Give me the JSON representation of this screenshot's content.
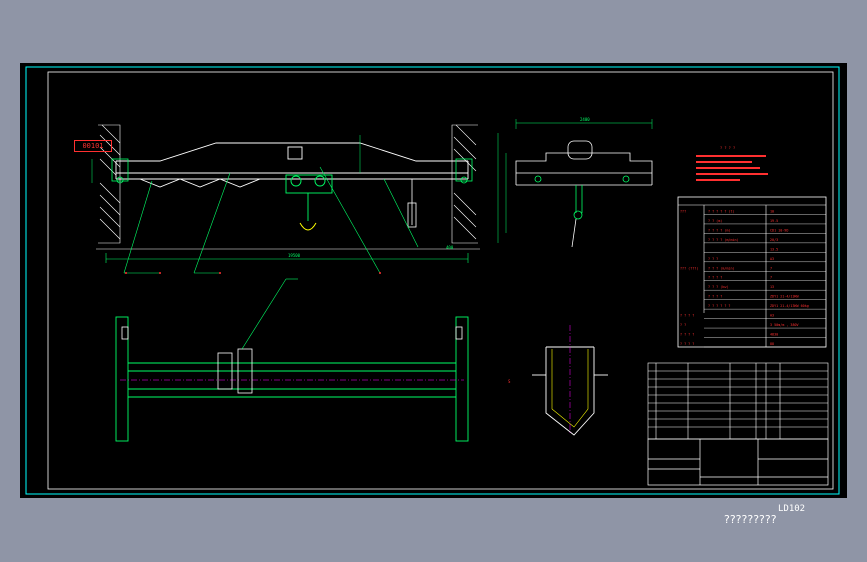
{
  "drawing": {
    "tag_label": "00101",
    "title_block": {
      "drawing_no": "LD102",
      "title_text": "?????????"
    },
    "notes_header": "? ? ? ?",
    "colors": {
      "background": "#000000",
      "frame": "#00ffff",
      "geometry": "#ffffff",
      "dimension": "#00ff66",
      "annotation": "#ff3030",
      "hatch": "#ffff00",
      "centerline": "#ff00ff"
    },
    "spec_table": {
      "rows": [
        {
          "group": "???",
          "item": "? ? ? ? ? (t)",
          "value": "10"
        },
        {
          "group": "",
          "item": "? ? (m)",
          "value": "19.5"
        },
        {
          "group": "",
          "item": "? ? ? ? (m)",
          "value": "CD1 10-9D"
        },
        {
          "group": "",
          "item": "? ? ? ? (m/min)",
          "value": "20/3"
        },
        {
          "group": "",
          "item": "",
          "value": "13.5"
        },
        {
          "group": "",
          "item": "? ? ?",
          "value": "A3"
        },
        {
          "group": "??? (???)",
          "item": "? ? ? (m/min)",
          "value": "7"
        },
        {
          "group": "",
          "item": "? ? ? ?",
          "value": "7"
        },
        {
          "group": "",
          "item": "? ? ? (kw)",
          "value": "13"
        },
        {
          "group": "",
          "item": "? ? ? ?",
          "value": "ZDY1 21-4/13KW"
        },
        {
          "group": "",
          "item": "? ? ? ? ? ?",
          "value": "ZDY1 21-4/13KW 60kg"
        },
        {
          "group": "? ? ? ?",
          "item": "",
          "value": "A3"
        },
        {
          "group": "? ?",
          "item": "",
          "value": "3 50m/m , 380V"
        },
        {
          "group": "? ? ? ?",
          "item": "",
          "value": "4830"
        },
        {
          "group": "? ? ? ?",
          "item": "",
          "value": "88"
        }
      ]
    }
  }
}
